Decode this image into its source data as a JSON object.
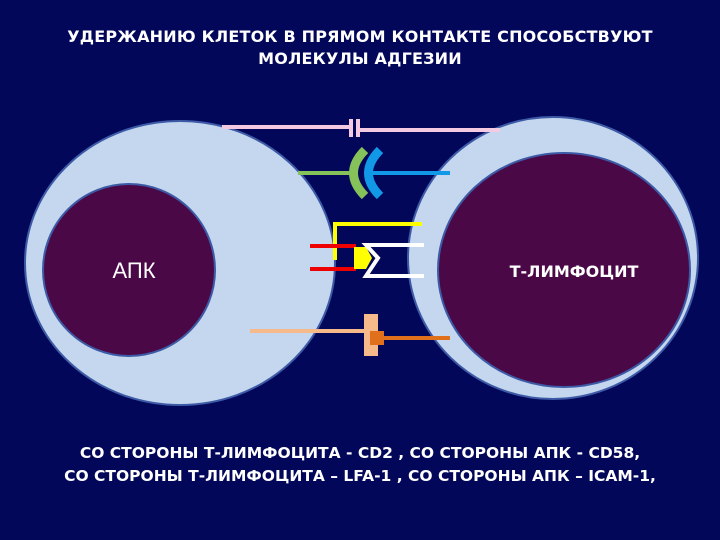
{
  "title": {
    "line1": "УДЕРЖАНИЮ КЛЕТОК В ПРЯМОМ КОНТАКТЕ СПОСОБСТВУЮТ",
    "line2": "МОЛЕКУЛЫ АДГЕЗИИ"
  },
  "cells": {
    "left_label": "АПК",
    "right_label": "Т-ЛИМФОЦИТ"
  },
  "caption": {
    "line1": "СО СТОРОНЫ Т-ЛИМФОЦИТА - CD2 , СО СТОРОНЫ АПК - CD58,",
    "line2": "СО СТОРОНЫ Т-ЛИМФОЦИТА – LFA-1 , СО СТОРОНЫ АПК – ICAM-1,"
  },
  "colors": {
    "background": "#03075a",
    "cell_outer": "#c4d7ee",
    "cell_border": "#3d5aa6",
    "nucleus": "#4a0847",
    "molecule_pink": "#f4c9e2",
    "molecule_green": "#86c25a",
    "molecule_blue": "#1199e8",
    "molecule_yellow": "#ffff00",
    "molecule_red": "#ee0000",
    "molecule_white": "#ffffff",
    "molecule_peach": "#f5b98a",
    "molecule_orange": "#e0701c"
  }
}
